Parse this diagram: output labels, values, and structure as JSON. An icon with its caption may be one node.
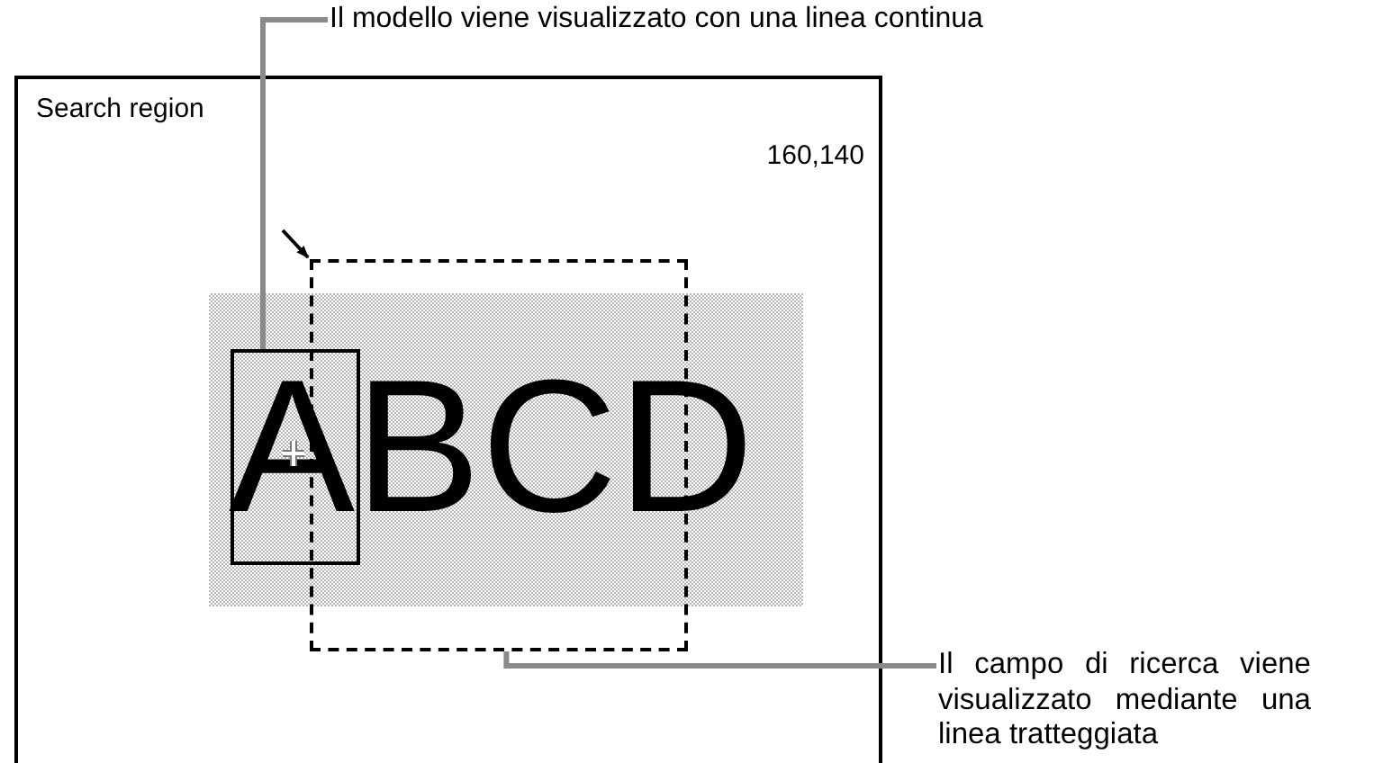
{
  "diagram": {
    "nodes": [
      {
        "text": [
          "Il modello viene visualizzato con una linea continua"
        ]
      },
      {
        "text": [
          "Search region",
          "160,140"
        ]
      },
      {
        "text": [],
        "shape": "box",
        "in": 1
      },
      {
        "text": [],
        "shape": "box",
        "in": 1
      },
      {
        "text": [
          "Il campo di ricerca viene visualizzato mediante una linea tratteggiata"
        ]
      }
    ],
    "edges": [
      {
        "from": 0,
        "to": 2,
        "arrow": "none"
      },
      {
        "from": 4,
        "to": 3,
        "arrow": "none"
      },
      {
        "from": null,
        "to": 3,
        "arrow": "to",
        "color": "#000000"
      }
    ],
    "labels": [
      "ABCD"
    ]
  }
}
